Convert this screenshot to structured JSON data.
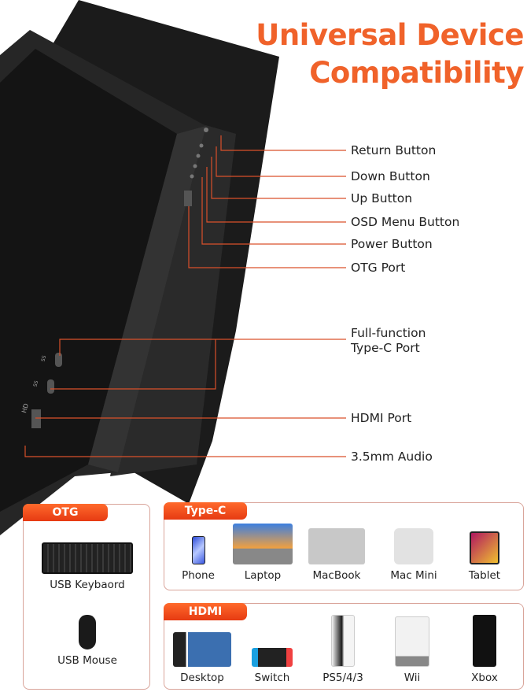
{
  "title": {
    "line1": "Universal Device",
    "line2": "Compatibility"
  },
  "colors": {
    "accent": "#f0622a",
    "callout_line": "#d9502a",
    "box_border": "#d9a49a"
  },
  "callouts": [
    {
      "label": "Return Button"
    },
    {
      "label": "Down Button"
    },
    {
      "label": "Up Button"
    },
    {
      "label": "OSD Menu Button"
    },
    {
      "label": "Power Button"
    },
    {
      "label": "OTG Port"
    },
    {
      "label": "Full-function",
      "label2": "Type-C Port"
    },
    {
      "label": "HDMI Port"
    },
    {
      "label": "3.5mm Audio"
    }
  ],
  "port_marks": {
    "typec1": "SS",
    "typec2": "SS",
    "hdmi": "HD"
  },
  "otg": {
    "tag": "OTG",
    "items": [
      {
        "label": "USB Keybaord",
        "icon": "keyboard-icon"
      },
      {
        "label": "USB Mouse",
        "icon": "mouse-icon"
      }
    ]
  },
  "typec": {
    "tag": "Type-C",
    "items": [
      {
        "label": "Phone",
        "icon": "phone-icon"
      },
      {
        "label": "Laptop",
        "icon": "laptop-icon"
      },
      {
        "label": "MacBook",
        "icon": "macbook-icon"
      },
      {
        "label": "Mac Mini",
        "icon": "mac-mini-icon"
      },
      {
        "label": "Tablet",
        "icon": "tablet-icon"
      }
    ]
  },
  "hdmi": {
    "tag": "HDMI",
    "items": [
      {
        "label": "Desktop",
        "icon": "desktop-icon"
      },
      {
        "label": "Switch",
        "icon": "switch-icon"
      },
      {
        "label": "PS5/4/3",
        "icon": "playstation-icon"
      },
      {
        "label": "Wii",
        "icon": "wii-icon"
      },
      {
        "label": "Xbox",
        "icon": "xbox-icon"
      }
    ]
  }
}
